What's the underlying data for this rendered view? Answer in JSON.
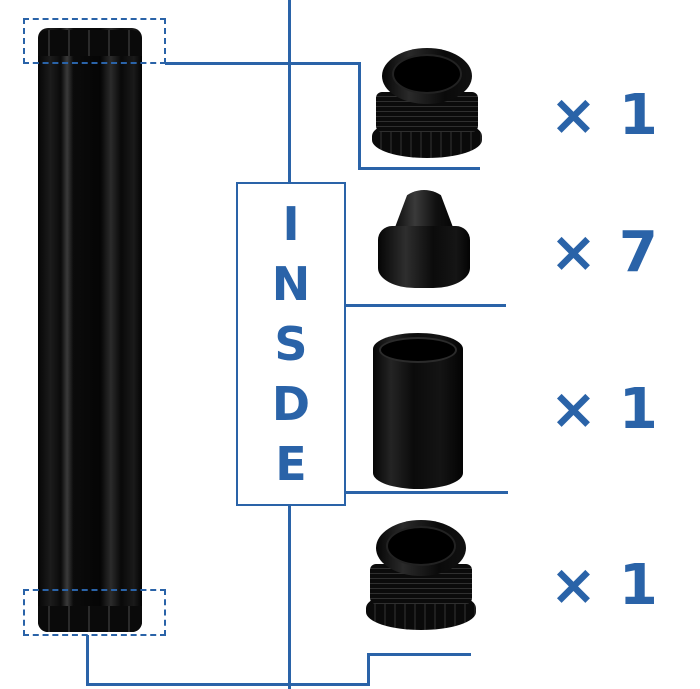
{
  "diagram": {
    "label_box": {
      "letters": [
        "I",
        "N",
        "S",
        "D",
        "E"
      ],
      "text": "INSDE"
    },
    "colors": {
      "accent": "#2a63a8",
      "part": "#0a0a0a",
      "background": "#ffffff"
    },
    "main_part": {
      "name": "black tube body",
      "highlighted_regions": [
        "top cap",
        "bottom cap"
      ]
    },
    "components": [
      {
        "name": "threaded end adapter (top)",
        "multiplier": "×",
        "quantity": "1"
      },
      {
        "name": "cone cup",
        "multiplier": "×",
        "quantity": "7"
      },
      {
        "name": "spacer sleeve",
        "multiplier": "×",
        "quantity": "1"
      },
      {
        "name": "threaded end adapter (bottom)",
        "multiplier": "×",
        "quantity": "1"
      }
    ]
  }
}
